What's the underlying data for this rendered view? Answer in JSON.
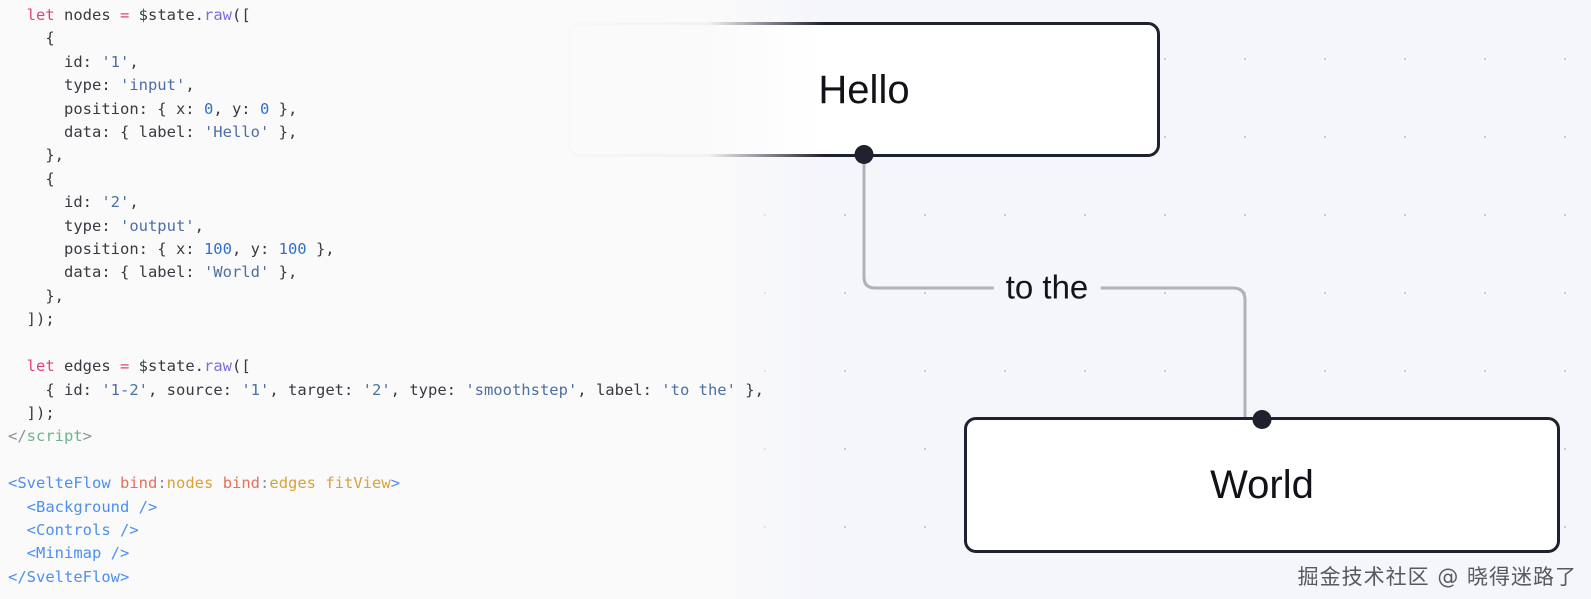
{
  "editor": {
    "language": "svelte",
    "lines": [
      {
        "id": "l1",
        "tokens": [
          {
            "t": "  ",
            "c": "plain"
          },
          {
            "t": "let",
            "c": "kw"
          },
          {
            "t": " nodes ",
            "c": "plain"
          },
          {
            "t": "=",
            "c": "op"
          },
          {
            "t": " $state",
            "c": "plain"
          },
          {
            "t": ".",
            "c": "plain"
          },
          {
            "t": "raw",
            "c": "mem"
          },
          {
            "t": "([",
            "c": "plain"
          }
        ]
      },
      {
        "id": "l2",
        "tokens": [
          {
            "t": "    {",
            "c": "plain"
          }
        ]
      },
      {
        "id": "l3",
        "tokens": [
          {
            "t": "      id: ",
            "c": "plain"
          },
          {
            "t": "'1'",
            "c": "str"
          },
          {
            "t": ",",
            "c": "plain"
          }
        ]
      },
      {
        "id": "l4",
        "tokens": [
          {
            "t": "      type: ",
            "c": "plain"
          },
          {
            "t": "'input'",
            "c": "str"
          },
          {
            "t": ",",
            "c": "plain"
          }
        ]
      },
      {
        "id": "l5",
        "tokens": [
          {
            "t": "      position: { x: ",
            "c": "plain"
          },
          {
            "t": "0",
            "c": "num"
          },
          {
            "t": ", y: ",
            "c": "plain"
          },
          {
            "t": "0",
            "c": "num"
          },
          {
            "t": " },",
            "c": "plain"
          }
        ]
      },
      {
        "id": "l6",
        "tokens": [
          {
            "t": "      data: { label: ",
            "c": "plain"
          },
          {
            "t": "'Hello'",
            "c": "str"
          },
          {
            "t": " },",
            "c": "plain"
          }
        ]
      },
      {
        "id": "l7",
        "tokens": [
          {
            "t": "    },",
            "c": "plain"
          }
        ]
      },
      {
        "id": "l8",
        "tokens": [
          {
            "t": "    {",
            "c": "plain"
          }
        ]
      },
      {
        "id": "l9",
        "tokens": [
          {
            "t": "      id: ",
            "c": "plain"
          },
          {
            "t": "'2'",
            "c": "str"
          },
          {
            "t": ",",
            "c": "plain"
          }
        ]
      },
      {
        "id": "l10",
        "tokens": [
          {
            "t": "      type: ",
            "c": "plain"
          },
          {
            "t": "'output'",
            "c": "str"
          },
          {
            "t": ",",
            "c": "plain"
          }
        ]
      },
      {
        "id": "l11",
        "tokens": [
          {
            "t": "      position: { x: ",
            "c": "plain"
          },
          {
            "t": "100",
            "c": "num"
          },
          {
            "t": ", y: ",
            "c": "plain"
          },
          {
            "t": "100",
            "c": "num"
          },
          {
            "t": " },",
            "c": "plain"
          }
        ]
      },
      {
        "id": "l12",
        "tokens": [
          {
            "t": "      data: { label: ",
            "c": "plain"
          },
          {
            "t": "'World'",
            "c": "str"
          },
          {
            "t": " },",
            "c": "plain"
          }
        ]
      },
      {
        "id": "l13",
        "tokens": [
          {
            "t": "    },",
            "c": "plain"
          }
        ]
      },
      {
        "id": "l14",
        "tokens": [
          {
            "t": "  ]);",
            "c": "plain"
          }
        ]
      },
      {
        "id": "l15",
        "tokens": [
          {
            "t": "",
            "c": "plain"
          }
        ]
      },
      {
        "id": "l16",
        "tokens": [
          {
            "t": "  ",
            "c": "plain"
          },
          {
            "t": "let",
            "c": "kw"
          },
          {
            "t": " edges ",
            "c": "plain"
          },
          {
            "t": "=",
            "c": "op"
          },
          {
            "t": " $state",
            "c": "plain"
          },
          {
            "t": ".",
            "c": "plain"
          },
          {
            "t": "raw",
            "c": "mem"
          },
          {
            "t": "([",
            "c": "plain"
          }
        ]
      },
      {
        "id": "l17",
        "tokens": [
          {
            "t": "    { id: ",
            "c": "plain"
          },
          {
            "t": "'1-2'",
            "c": "str"
          },
          {
            "t": ", source: ",
            "c": "plain"
          },
          {
            "t": "'1'",
            "c": "str"
          },
          {
            "t": ", target: ",
            "c": "plain"
          },
          {
            "t": "'2'",
            "c": "str"
          },
          {
            "t": ", type: ",
            "c": "plain"
          },
          {
            "t": "'smoothstep'",
            "c": "str"
          },
          {
            "t": ", label: ",
            "c": "plain"
          },
          {
            "t": "'to the'",
            "c": "str"
          },
          {
            "t": " },",
            "c": "plain"
          }
        ]
      },
      {
        "id": "l18",
        "tokens": [
          {
            "t": "  ]);",
            "c": "plain"
          }
        ]
      },
      {
        "id": "l19",
        "tokens": [
          {
            "t": "</",
            "c": "tagpunct"
          },
          {
            "t": "script",
            "c": "scripttag"
          },
          {
            "t": ">",
            "c": "tagpunct"
          }
        ]
      },
      {
        "id": "l20",
        "tokens": [
          {
            "t": "",
            "c": "plain"
          }
        ]
      },
      {
        "id": "l21",
        "tokens": [
          {
            "t": "<SvelteFlow",
            "c": "tag"
          },
          {
            "t": " ",
            "c": "plain"
          },
          {
            "t": "bind",
            "c": "attr"
          },
          {
            "t": ":",
            "c": "tagpunct"
          },
          {
            "t": "nodes",
            "c": "attrv"
          },
          {
            "t": " ",
            "c": "plain"
          },
          {
            "t": "bind",
            "c": "attr"
          },
          {
            "t": ":",
            "c": "tagpunct"
          },
          {
            "t": "edges",
            "c": "attrv"
          },
          {
            "t": " ",
            "c": "plain"
          },
          {
            "t": "fitView",
            "c": "attrv"
          },
          {
            "t": ">",
            "c": "tag"
          }
        ]
      },
      {
        "id": "l22",
        "tokens": [
          {
            "t": "  ",
            "c": "plain"
          },
          {
            "t": "<Background",
            "c": "tag"
          },
          {
            "t": " ",
            "c": "plain"
          },
          {
            "t": "/>",
            "c": "tag"
          }
        ]
      },
      {
        "id": "l23",
        "tokens": [
          {
            "t": "  ",
            "c": "plain"
          },
          {
            "t": "<Controls",
            "c": "tag"
          },
          {
            "t": " ",
            "c": "plain"
          },
          {
            "t": "/>",
            "c": "tag"
          }
        ]
      },
      {
        "id": "l24",
        "tokens": [
          {
            "t": "  ",
            "c": "plain"
          },
          {
            "t": "<Minimap",
            "c": "tag"
          },
          {
            "t": " ",
            "c": "plain"
          },
          {
            "t": "/>",
            "c": "tag"
          }
        ]
      },
      {
        "id": "l25",
        "tokens": [
          {
            "t": "</SvelteFlow>",
            "c": "tag"
          }
        ]
      }
    ]
  },
  "flow": {
    "nodes": [
      {
        "id": "1",
        "type": "input",
        "label": "Hello",
        "handle": "bottom"
      },
      {
        "id": "2",
        "type": "output",
        "label": "World",
        "handle": "top"
      }
    ],
    "edges": [
      {
        "id": "1-2",
        "source": "1",
        "target": "2",
        "type": "smoothstep",
        "label": "to the"
      }
    ],
    "colors": {
      "canvas_background": "#f5f6fa",
      "grid_dot": "#c9ccd6",
      "node_border": "#20212e",
      "node_fill": "#ffffff",
      "handle": "#20212e",
      "edge_stroke": "#b1b1b7",
      "text": "#111218"
    }
  },
  "watermark": {
    "text": "掘金技术社区 @ 晓得迷路了"
  }
}
